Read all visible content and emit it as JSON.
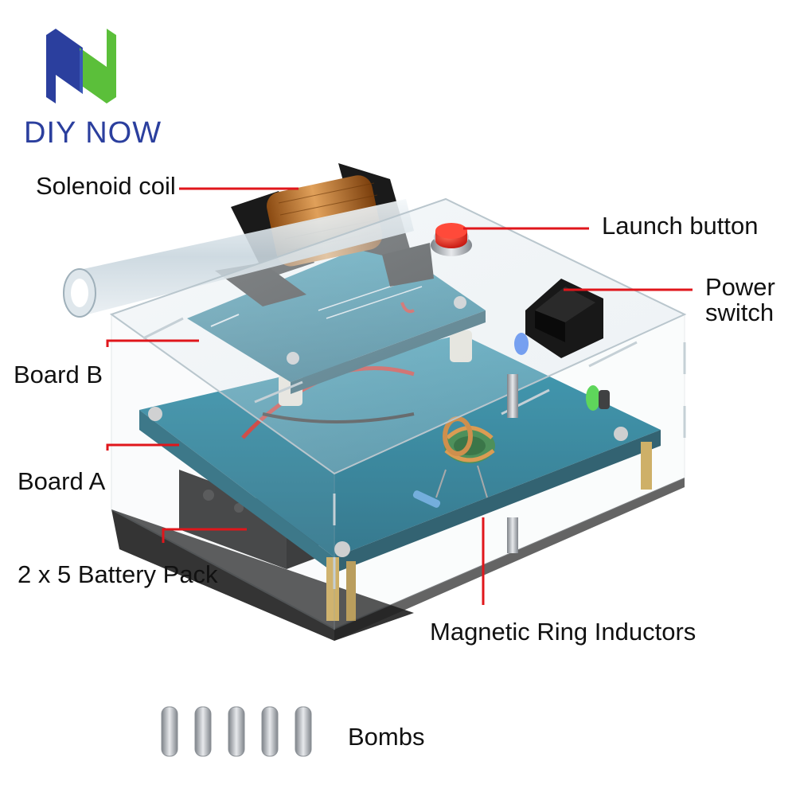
{
  "brand": {
    "name": "DIY NOW",
    "logo_icon": "diy-now-logo-icon",
    "colors": {
      "blue": "#2b3f9e",
      "green": "#5bbf3a"
    }
  },
  "callouts": {
    "solenoid_coil": "Solenoid coil",
    "launch_button": "Launch button",
    "power_switch_line1": "Power",
    "power_switch_line2": "switch",
    "board_b": "Board B",
    "board_a": "Board A",
    "battery_pack": "2 x 5 Battery Pack",
    "magnetic_ring_inductors": "Magnetic Ring Inductors",
    "bombs": "Bombs"
  },
  "accent_color": "#e0161b"
}
